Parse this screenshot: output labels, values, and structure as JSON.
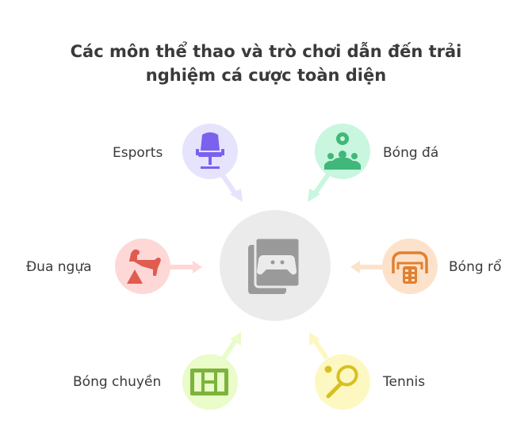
{
  "title": {
    "line1": "Các môn thể thao và trò chơi dẫn đến trải",
    "line2": "nghiệm cá cược toàn diện"
  },
  "center": {
    "icon": "game-library-icon",
    "bg": "#ebebeb",
    "color": "#999999"
  },
  "nodes": [
    {
      "label": "Esports",
      "icon": "gaming-chair-icon",
      "bg": "#e6e3fd",
      "color": "#7b61ee"
    },
    {
      "label": "Bóng đá",
      "icon": "football-team-icon",
      "bg": "#c9f6df",
      "color": "#3fb879"
    },
    {
      "label": "Đua ngựa",
      "icon": "horse-jump-icon",
      "bg": "#fdd8d6",
      "color": "#e05b50"
    },
    {
      "label": "Bóng rổ",
      "icon": "basketball-hoop-icon",
      "bg": "#fde2cb",
      "color": "#e2802f"
    },
    {
      "label": "Bóng chuyền",
      "icon": "volleyball-court-icon",
      "bg": "#e9fcc9",
      "color": "#7cb33a"
    },
    {
      "label": "Tennis",
      "icon": "tennis-racket-icon",
      "bg": "#fdf8c2",
      "color": "#d8c020"
    }
  ]
}
